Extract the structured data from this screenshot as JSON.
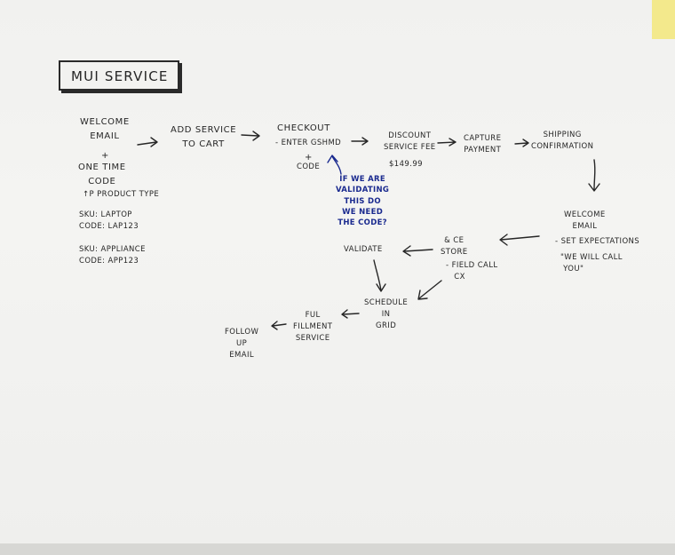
{
  "title": "MUI SERVICE",
  "nodes": {
    "welcome_email_1": "WELCOME\nEMAIL",
    "plus_1": "+",
    "one_time_code": "ONE TIME\nCODE",
    "per_product_type": "↑P PRODUCT TYPE",
    "sku_laptop": "SKU: LAPTOP\nCODE: LAP123",
    "sku_appliance": "SKU: APPLIANCE\nCODE: APP123",
    "add_service": "ADD SERVICE\nTO CART",
    "checkout": "CHECKOUT",
    "enter_gshmd": "- ENTER GSHMD",
    "plus_2": "+",
    "code": "CODE",
    "discount": "DISCOUNT\nSERVICE FEE",
    "price": "$149.99",
    "capture": "CAPTURE\nPAYMENT",
    "shipping": "SHIPPING\nCONFIRMATION",
    "welcome_email_2": "WELCOME\nEMAIL",
    "set_expectations": "- SET EXPECTATIONS",
    "we_will_call": "\"WE WILL CALL\n YOU\"",
    "ce_store": "& CE\nSTORE",
    "field_call": "- FIELD CALL\n   CX",
    "validate": "VALIDATE",
    "schedule": "SCHEDULE\nIN\nGRID",
    "fulfillment": "FUL\nFILLMENT\nSERVICE",
    "follow_up": "FOLLOW\nUP\nEMAIL"
  },
  "note": "IF WE ARE\nVALIDATING\nTHIS DO\nWE NEED\nTHE CODE?",
  "colors": {
    "ink": "#262626",
    "note_ink": "#1a2a8f",
    "paper": "#f3f3f1",
    "sticky": "#f3e98c"
  }
}
